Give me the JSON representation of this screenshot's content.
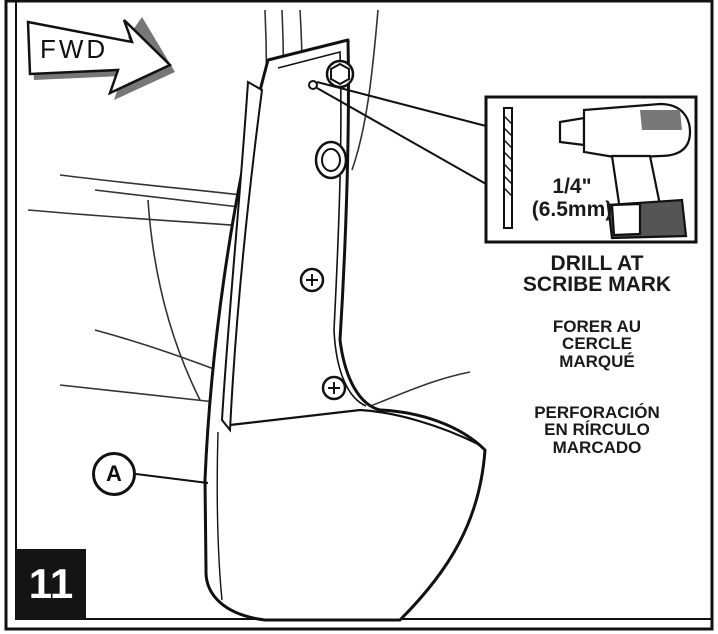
{
  "direction_arrow": {
    "label": "FWD"
  },
  "drill_detail": {
    "size_imperial": "1/4\"",
    "size_metric": "(6.5mm)"
  },
  "instructions": {
    "english": [
      "DRILL AT",
      "SCRIBE MARK"
    ],
    "french": [
      "FORER AU",
      "CERCLE",
      "MARQUÉ"
    ],
    "spanish": [
      "PERFORACIÓN",
      "EN RÍRCULO",
      "MARCADO"
    ]
  },
  "callouts": {
    "a": "A"
  },
  "step": {
    "number": "11"
  },
  "icons": [
    "fwd-arrow-icon",
    "drill-bit-icon",
    "power-drill-icon",
    "bolt-icon",
    "screw-icon"
  ]
}
